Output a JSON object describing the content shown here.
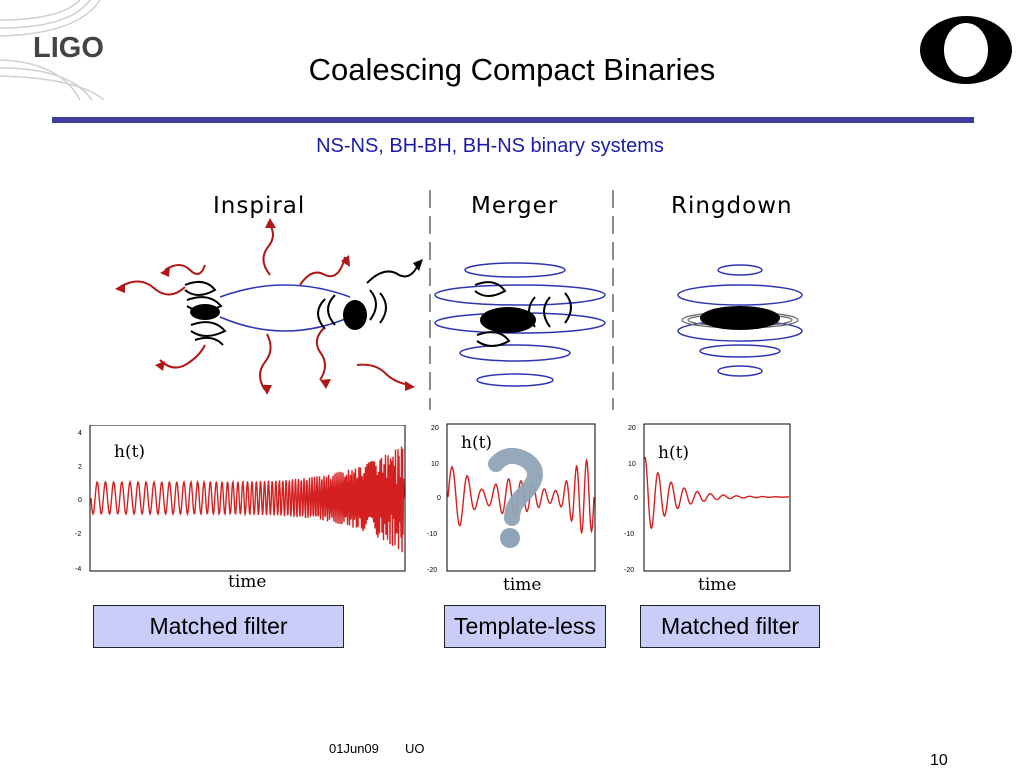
{
  "header": {
    "logo_left_text": "LIGO",
    "logo_right_text": "O",
    "title": "Coalescing Compact Binaries",
    "subtitle": "NS-NS, BH-BH, BH-NS binary systems"
  },
  "diagram": {
    "phases": [
      "Inspiral",
      "Merger",
      "Ringdown"
    ]
  },
  "plots": [
    {
      "label": "h(t)",
      "xlabel": "time",
      "yticks": [
        "4",
        "2",
        "0",
        "-2",
        "-4"
      ]
    },
    {
      "label": "h(t)",
      "xlabel": "time",
      "yticks": [
        "20",
        "10",
        "0",
        "-10",
        "-20"
      ]
    },
    {
      "label": "h(t)",
      "xlabel": "time",
      "yticks": [
        "20",
        "10",
        "0",
        "-10",
        "-20"
      ]
    }
  ],
  "methods": [
    "Matched filter",
    "Template-less",
    "Matched filter"
  ],
  "footer": {
    "date": "01Jun09",
    "org": "UO",
    "page": "10"
  },
  "colors": {
    "accent_rule": "#3b3e9a",
    "subtitle": "#1c1ca8",
    "box_fill": "#c9cdf8",
    "waveform": "#d42020",
    "arrows": "#b01818",
    "orbit": "#2d36b0"
  },
  "icons": [
    "ligo-logo",
    "oregon-o-logo",
    "question-mark-icon"
  ]
}
